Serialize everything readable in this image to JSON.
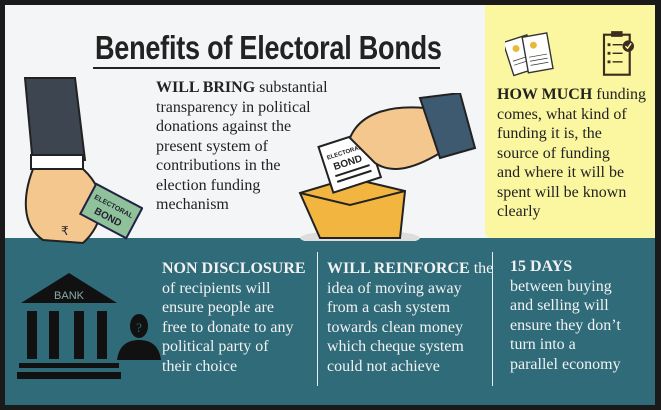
{
  "title": "Benefits of Electoral Bonds",
  "benefits": {
    "transparency": {
      "lead": "WILL BRING",
      "lines": [
        " substantial",
        "transparency in political",
        "donations against the",
        "present system of",
        "contributions in the",
        "election funding",
        "mechanism"
      ]
    },
    "how_much": {
      "lead": "HOW MUCH",
      "lines": [
        " funding",
        "comes, what kind of",
        "funding it is, the",
        "source of funding",
        "and where it will be",
        "spent will be known",
        "clearly"
      ]
    },
    "non_disclosure": {
      "lead": "NON DISCLOSURE",
      "lines": [
        "of recipients will",
        "ensure people are",
        "free to donate to any",
        "political party of",
        "their choice"
      ]
    },
    "reinforce": {
      "lead": "WILL REINFORCE",
      "lines": [
        " the",
        "idea of moving away",
        "from a cash system",
        "towards clean money",
        "which cheque system",
        "could not achieve"
      ]
    },
    "fifteen_days": {
      "lead": "15 DAYS",
      "lines": [
        "between buying",
        "and selling will",
        "ensure they don’t",
        "turn into a",
        "parallel economy"
      ]
    }
  },
  "illustrations": {
    "bond_label_top": "ELECTORAL",
    "bond_label_bottom": "BOND",
    "bank_label": "BANK",
    "question_mark": "?",
    "rupee": "₹"
  },
  "colors": {
    "teal": "#2f6b79",
    "yellow": "#fbf7a0",
    "background": "#f3f5f7"
  }
}
